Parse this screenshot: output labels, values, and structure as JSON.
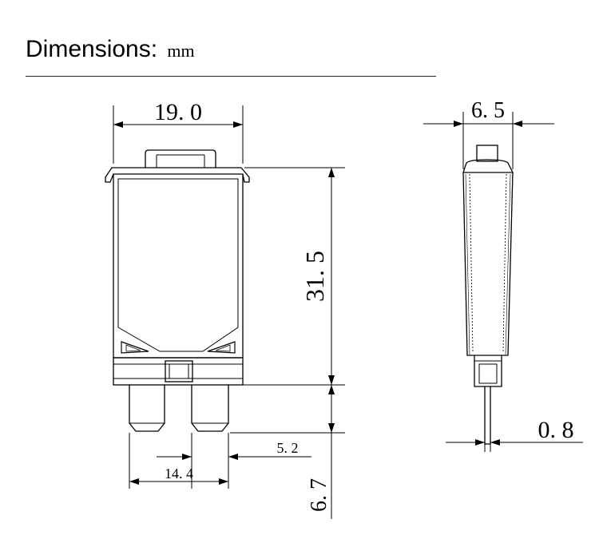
{
  "header": {
    "title": "Dimensions:",
    "unit": "mm"
  },
  "dimensions": {
    "width": "19. 0",
    "thickness": "6. 5",
    "body_height": "31. 5",
    "pin_length": "6. 7",
    "pin_spacing": "14. 4",
    "pin_width": "5. 2",
    "pin_thickness": "0. 8"
  },
  "colors": {
    "line": "#000000",
    "background": "#ffffff"
  }
}
